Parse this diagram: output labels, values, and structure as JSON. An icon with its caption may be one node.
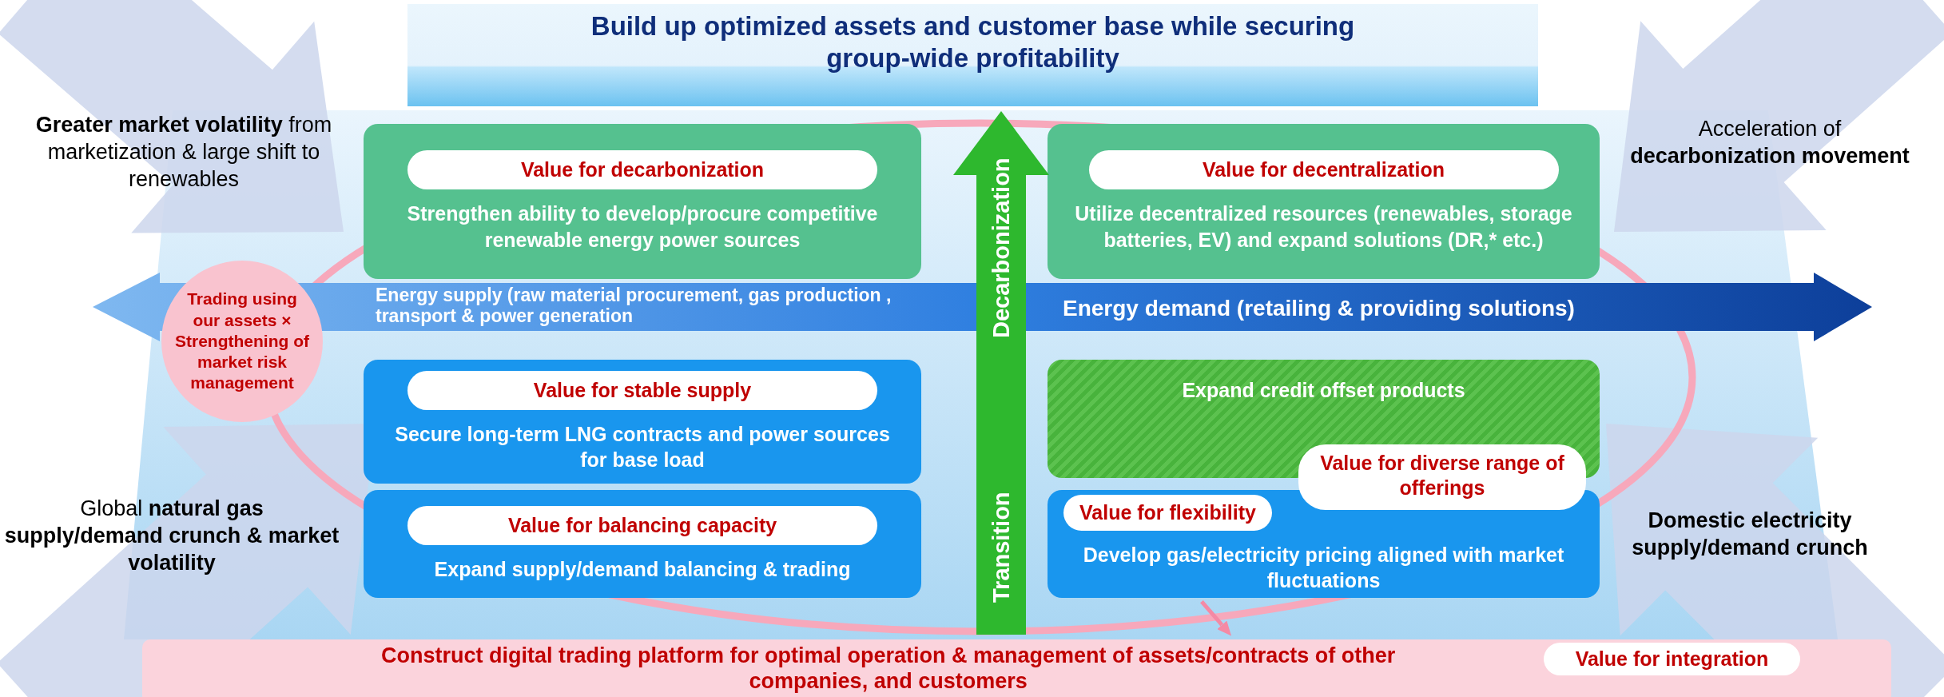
{
  "diagram": {
    "nodes": [
      {
        "text": [
          "Build up optimized assets and customer base while securing group-wide profitability"
        ]
      },
      {
        "text": [
          "Value for decarbonization",
          "Strengthen ability to develop/procure competitive renewable energy power sources"
        ]
      },
      {
        "text": [
          "Value for decentralization",
          "Utilize decentralized resources (renewables, storage batteries, EV) and expand solutions (DR,* etc.)"
        ]
      },
      {
        "text": [
          "Trading using our assets × Strengthening of market risk management"
        ]
      },
      {
        "text": [
          "Value for stable supply",
          "Secure long-term LNG contracts and power sources for base load"
        ]
      },
      {
        "text": [
          "Value for balancing capacity",
          "Expand supply/demand balancing & trading"
        ]
      },
      {
        "text": [
          "Expand credit offset products"
        ]
      },
      {
        "text": [
          "Value for diverse range of offerings"
        ]
      },
      {
        "text": [
          "Value for flexibility",
          "Develop gas/electricity pricing aligned with market fluctuations"
        ]
      },
      {
        "text": [
          "Construct digital trading platform for optimal operation & management of assets/contracts of other companies, and customers",
          "Value for integration"
        ]
      }
    ],
    "edges": [
      {
        "from": 9,
        "to": 0,
        "arrow": "to",
        "style": "thick",
        "color": "#2eb82e"
      },
      {
        "from": 8,
        "to": 9,
        "arrow": "to",
        "color": "#f48aa5"
      }
    ],
    "labels": [
      "**Greater market volatility** from marketization & large shift to renewables",
      "Acceleration of **decarbonization movement**",
      "Decarbonization",
      "Energy supply (raw material procurement, gas production , transport & power generation",
      "Energy demand (retailing & providing solutions)",
      "Transition",
      "Global **natural gas supply/demand crunch & market volatility**",
      "Domestic electricity supply/demand crunch"
    ]
  }
}
